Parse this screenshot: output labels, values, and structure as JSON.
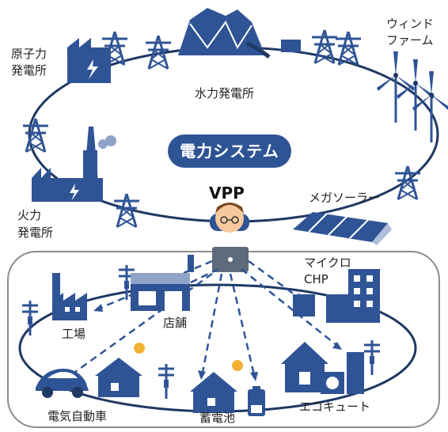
{
  "title": "電力システム",
  "vpp": "VPP",
  "labels": {
    "nuclear": [
      "原子力",
      "発電所"
    ],
    "hydro": "水力発電所",
    "wind": [
      "ウィンド",
      "ファーム"
    ],
    "thermal": [
      "火力",
      "発電所"
    ],
    "solar": "メガソーラー",
    "chp": [
      "マイクロ",
      "CHP"
    ],
    "factory": "工場",
    "store": "店舗",
    "ev": "電気自動車",
    "battery": "蓄電池",
    "ecocute": "エコキュート"
  },
  "colors": {
    "primary": "#2f5496",
    "dark": "#203864",
    "grid": "#1f3864",
    "roundbox": "#7f7f7f"
  },
  "icons": [
    "pylon-icon",
    "factory-icon",
    "dam-icon",
    "wind-turbine-icon",
    "solar-panel-icon",
    "house-icon",
    "car-icon",
    "battery-icon",
    "building-icon",
    "sun-icon",
    "laptop-icon",
    "person-icon"
  ]
}
